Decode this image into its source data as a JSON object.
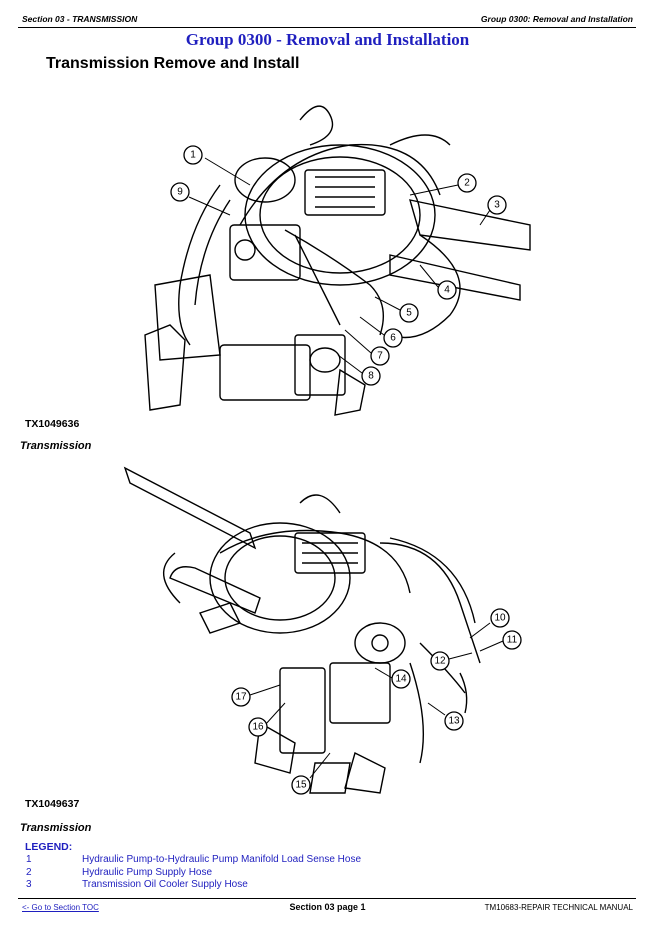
{
  "header": {
    "left": "Section 03 - TRANSMISSION",
    "right": "Group 0300: Removal and Installation"
  },
  "group_title": "Group 0300 - Removal and Installation",
  "page_title": "Transmission Remove and Install",
  "figures": [
    {
      "id": "TX1049636",
      "caption": "Transmission",
      "callouts": [
        "1",
        "2",
        "3",
        "4",
        "5",
        "6",
        "7",
        "8",
        "9"
      ]
    },
    {
      "id": "TX1049637",
      "caption": "Transmission",
      "callouts": [
        "10",
        "11",
        "12",
        "13",
        "14",
        "15",
        "16",
        "17"
      ]
    }
  ],
  "legend": {
    "title": "LEGEND:",
    "items": [
      {
        "num": "1",
        "text": "Hydraulic Pump-to-Hydraulic Pump Manifold Load Sense Hose"
      },
      {
        "num": "2",
        "text": "Hydraulic Pump Supply Hose"
      },
      {
        "num": "3",
        "text": "Transmission Oil Cooler Supply Hose"
      }
    ]
  },
  "footer": {
    "toc_link": "<- Go to Section TOC",
    "page": "Section 03 page 1",
    "manual": "TM10683-REPAIR TECHNICAL MANUAL"
  },
  "colors": {
    "accent": "#1f1fbf"
  }
}
